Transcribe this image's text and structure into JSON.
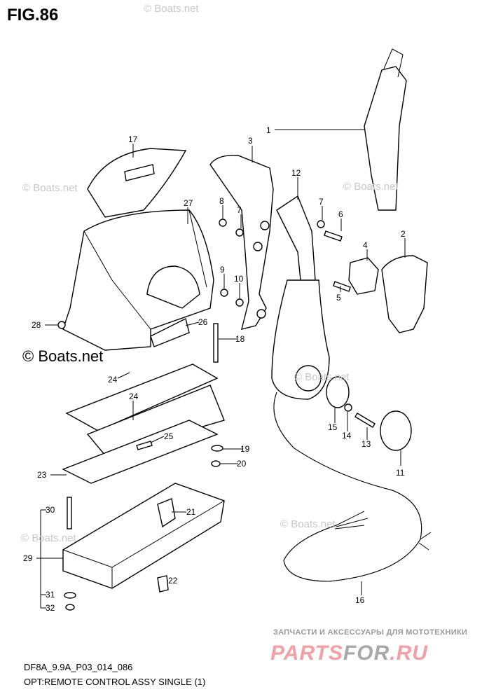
{
  "figure_title": "FIG.86",
  "diagram_code": "DF8A_9.9A_P03_014_086",
  "diagram_description": "OPT:REMOTE CONTROL ASSY SINGLE (1)",
  "watermarks": {
    "boats": "© Boats.net",
    "parts_tagline": "ЗАПЧАСТИ И АКСЕССУАРЫ ДЛЯ МОТОТЕХНИКИ",
    "parts_logo_1": "PARTS",
    "parts_logo_2": "FOR",
    "parts_logo_3": ".RU"
  },
  "callouts": {
    "c1": "1",
    "c2": "2",
    "c3": "3",
    "c4": "4",
    "c5": "5",
    "c6": "6",
    "c7a": "7",
    "c7b": "7",
    "c8": "8",
    "c9": "9",
    "c10": "10",
    "c11": "11",
    "c12": "12",
    "c13": "13",
    "c14": "14",
    "c15": "15",
    "c16": "16",
    "c17": "17",
    "c18": "18",
    "c19": "19",
    "c20": "20",
    "c21": "21",
    "c22": "22",
    "c23": "23",
    "c24a": "24",
    "c24b": "24",
    "c25": "25",
    "c26": "26",
    "c27": "27",
    "c28": "28",
    "c29": "29",
    "c30": "30",
    "c31": "31",
    "c32": "32"
  }
}
